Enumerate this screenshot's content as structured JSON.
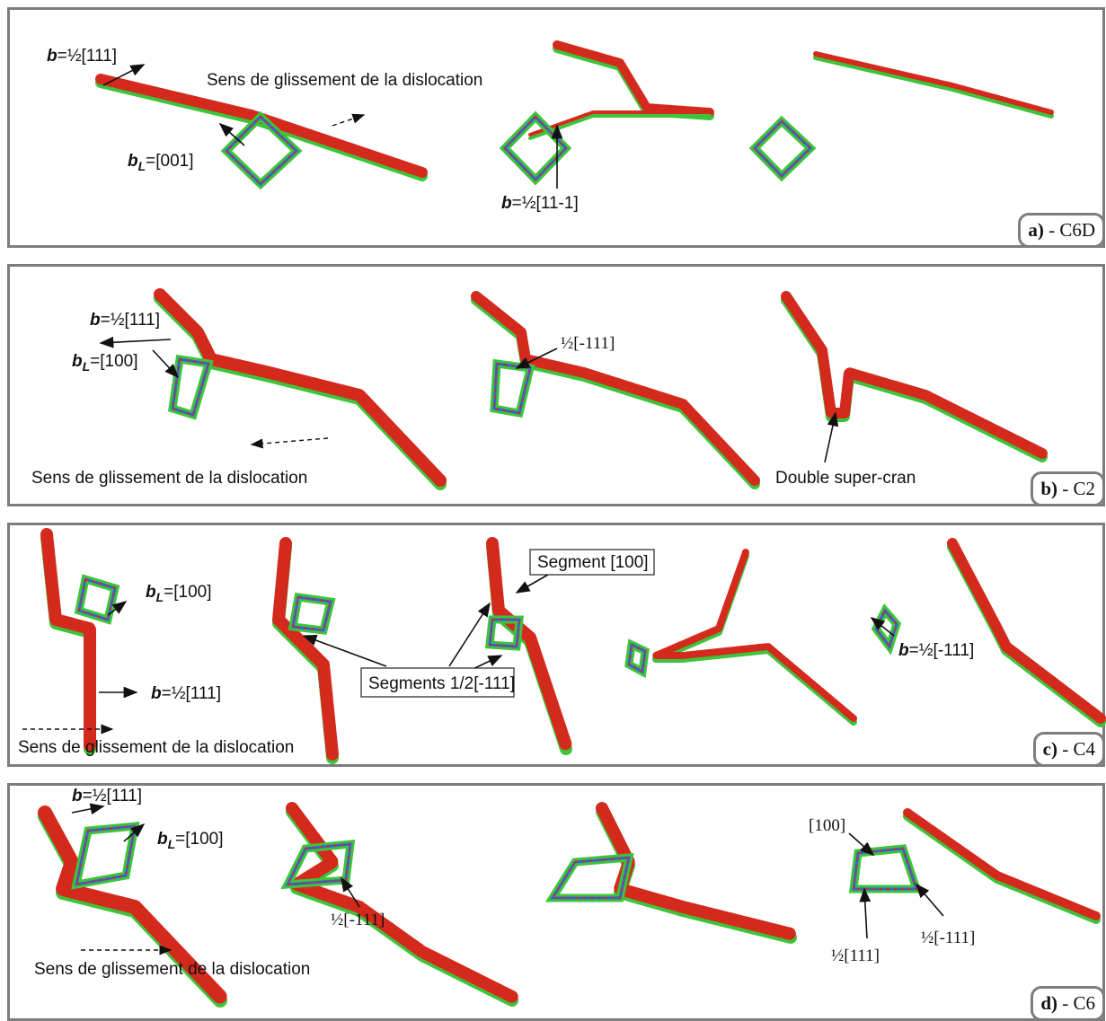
{
  "colors": {
    "atom_red": "#d42a1e",
    "atom_green": "#3ec43a",
    "atom_blue": "#3a5fd8",
    "frame": "#7d7d7d"
  },
  "panels": [
    {
      "id": "a",
      "tag_letter": "a)",
      "tag_rest": " - C6D",
      "labels": {
        "b": "b",
        "b_val": "=½[111]",
        "glide": "Sens de glissement de la dislocation",
        "bl": "b",
        "bl_sub": "L",
        "bl_val": "=[001]",
        "b2": "b",
        "b2_val": "=½[11-1]"
      }
    },
    {
      "id": "b",
      "tag_letter": "b)",
      "tag_rest": " - C2",
      "labels": {
        "b": "b",
        "b_val": "=½[111]",
        "bl": "b",
        "bl_sub": "L",
        "bl_val": "=[100]",
        "half": "½[-111]",
        "glide": "Sens de glissement de la dislocation",
        "jog": "Double super-cran"
      }
    },
    {
      "id": "c",
      "tag_letter": "c)",
      "tag_rest": " - C4",
      "labels": {
        "bl": "b",
        "bl_sub": "L",
        "bl_val": "=[100]",
        "b": "b",
        "b_val": "=½[111]",
        "glide": "Sens de glissement de la dislocation",
        "segments": "Segments 1/2[-111]",
        "segment100": "Segment [100]",
        "b2": "b",
        "b2_val": "=½[-111]"
      }
    },
    {
      "id": "d",
      "tag_letter": "d)",
      "tag_rest": " - C6",
      "labels": {
        "b": "b",
        "b_val": "=½[111]",
        "bl": "b",
        "bl_sub": "L",
        "bl_val": "=[100]",
        "half1": "½[-111]",
        "glide": "Sens de glissement de la dislocation",
        "l100": "[100]",
        "half2": "½[-111]",
        "half3": "½[111]"
      }
    }
  ]
}
